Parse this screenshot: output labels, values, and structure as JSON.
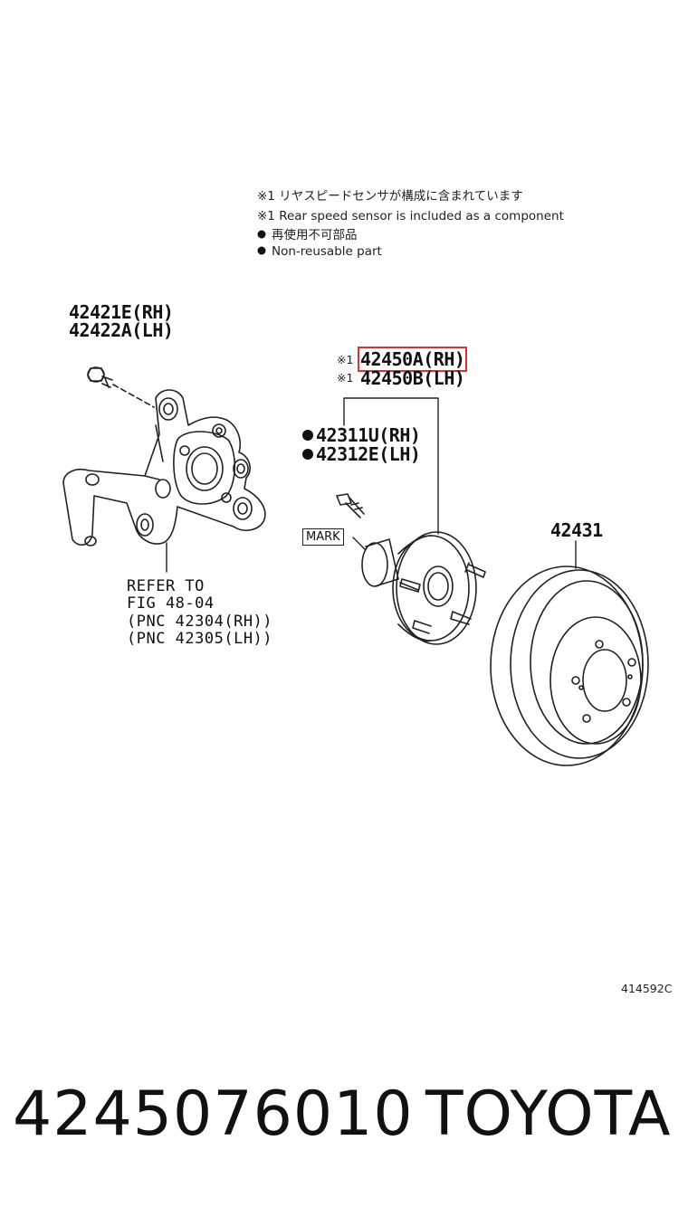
{
  "notes": {
    "line1": "※1 リヤスピードセンサが構成に含まれています",
    "line2": "※1 Rear speed sensor is included as a component",
    "line3": "再使用不可部品",
    "line4": "Non-reusable part"
  },
  "callouts": {
    "knuckle_bolt_rh": "42421E(RH)",
    "knuckle_bolt_lh": "42422A(LH)",
    "hub_prefix": "※1",
    "hub_rh": "42450A(RH)",
    "hub_lh": "42450B(LH)",
    "bolt_rh": "42311U(RH)",
    "bolt_lh": "42312E(LH)",
    "disc": "42431",
    "mark": "MARK"
  },
  "refer": {
    "line1": "REFER TO",
    "line2": "FIG 48-04",
    "line3": "(PNC 42304(RH))",
    "line4": "(PNC 42305(LH))"
  },
  "figure_code": "414592C",
  "footer": {
    "part_number": "4245076010",
    "brand": "TOYOTA"
  },
  "colors": {
    "highlight": "#e03030",
    "ink": "#111111"
  }
}
